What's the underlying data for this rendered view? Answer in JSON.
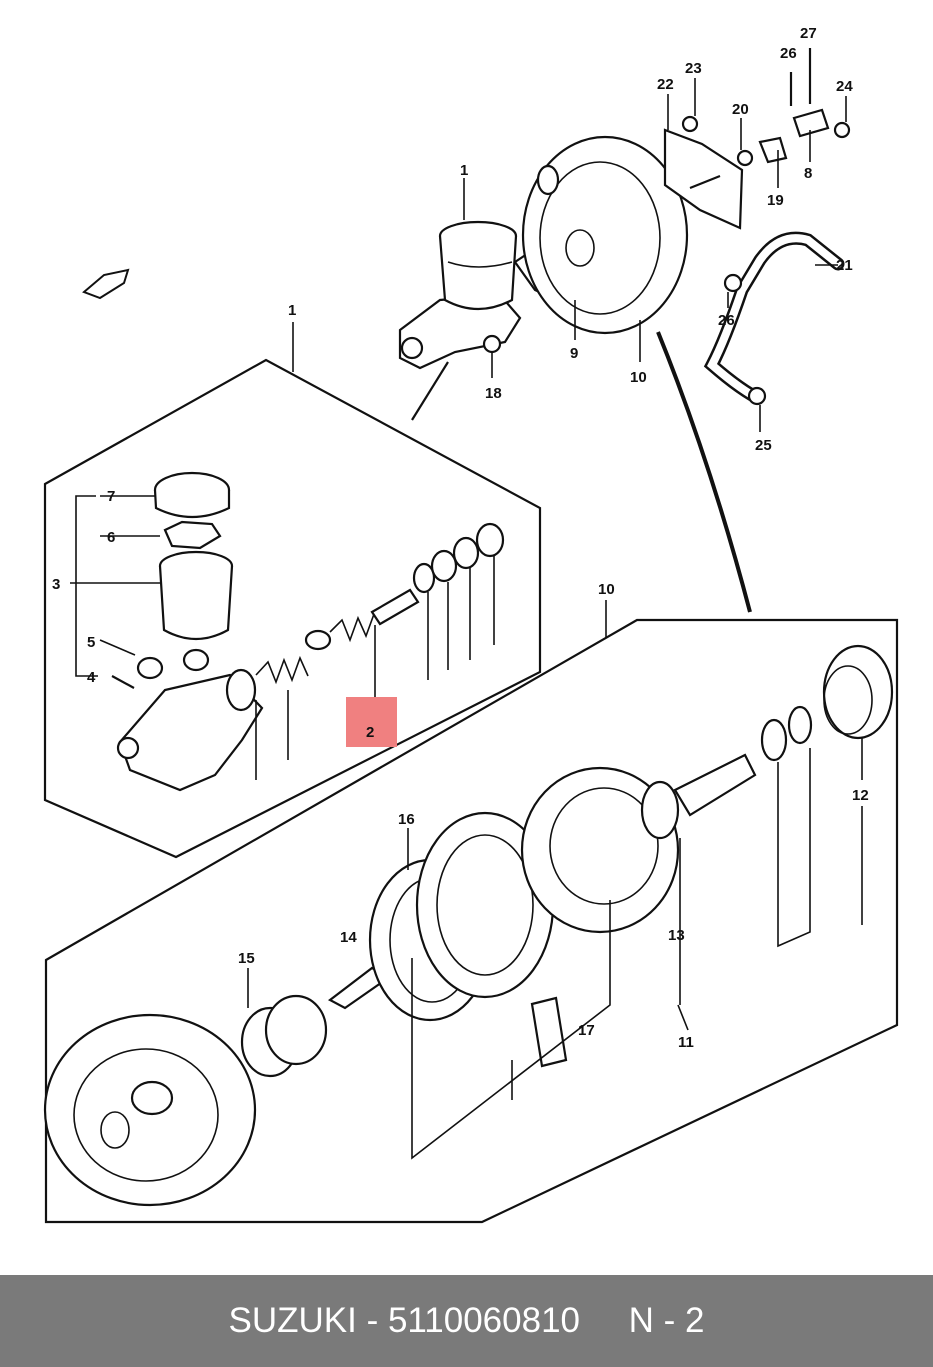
{
  "diagram": {
    "callouts": {
      "c1_top": "1",
      "c1_box": "1",
      "c2": "2",
      "c3": "3",
      "c4": "4",
      "c5": "5",
      "c6": "6",
      "c7": "7",
      "c8": "8",
      "c9": "9",
      "c10_top": "10",
      "c10_box": "10",
      "c11": "11",
      "c12": "12",
      "c13": "13",
      "c14": "14",
      "c15": "15",
      "c16": "16",
      "c17": "17",
      "c18": "18",
      "c19": "19",
      "c20": "20",
      "c21": "21",
      "c22": "22",
      "c23": "23",
      "c24": "24",
      "c25a": "25",
      "c25b": "25",
      "c26a": "26",
      "c26b": "26",
      "c27": "27"
    },
    "highlight_color": "#f08080"
  },
  "footer": {
    "brand": "SUZUKI",
    "separator": " - ",
    "part_number": "5110060810",
    "gap": "     ",
    "page_code": "N - 2"
  }
}
